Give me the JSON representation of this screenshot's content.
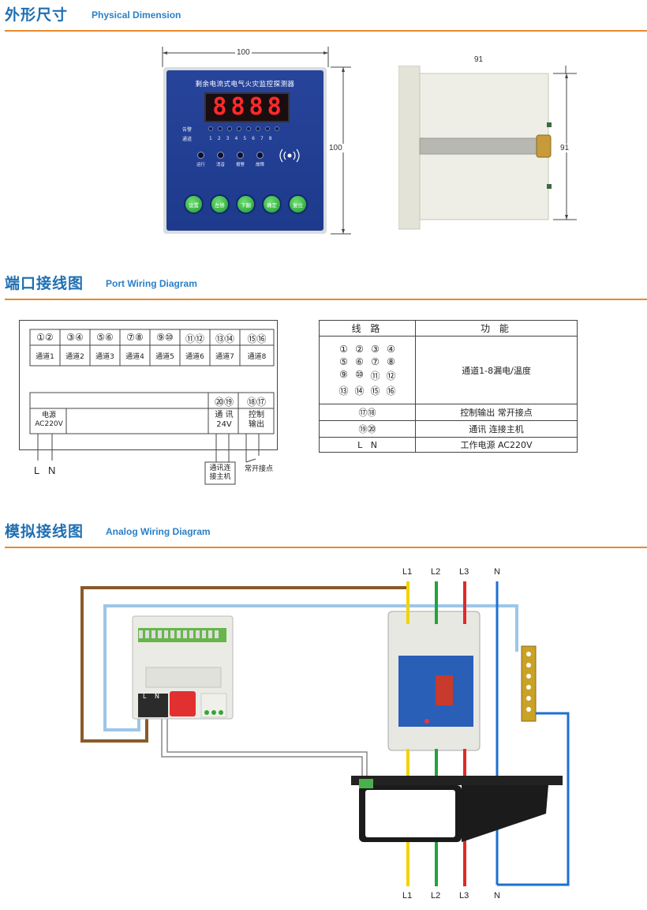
{
  "sections": {
    "dimension": {
      "title_cn": "外形尺寸",
      "title_en": "Physical Dimension"
    },
    "port": {
      "title_cn": "端口接线图",
      "title_en": "Port Wiring Diagram"
    },
    "analog": {
      "title_cn": "模拟接线图",
      "title_en": "Analog Wiring Diagram"
    }
  },
  "front_panel": {
    "title": "剩余电流式电气火灾监控探测器",
    "display": [
      "8",
      "8",
      "8",
      "8"
    ],
    "led_label_top": "告警",
    "led_label_bottom": "通道",
    "led_numbers": [
      "1",
      "2",
      "3",
      "4",
      "5",
      "6",
      "7",
      "8"
    ],
    "states": [
      "运行",
      "消音",
      "报警",
      "故障"
    ],
    "buttons": [
      "设置",
      "左移",
      "下翻",
      "确定",
      "复位"
    ]
  },
  "dimensions": {
    "front_width": "100",
    "front_height": "100",
    "side_depth": "91",
    "side_height": "91"
  },
  "port_diagram": {
    "terminal_pairs": [
      [
        "①",
        "②"
      ],
      [
        "③",
        "④"
      ],
      [
        "⑤",
        "⑥"
      ],
      [
        "⑦",
        "⑧"
      ],
      [
        "⑨",
        "⑩"
      ],
      [
        "⑪",
        "⑫"
      ],
      [
        "⑬",
        "⑭"
      ],
      [
        "⑮",
        "⑯"
      ]
    ],
    "channels": [
      "通道1",
      "通道2",
      "通道3",
      "通道4",
      "通道5",
      "通道6",
      "通道7",
      "通道8"
    ],
    "power_label": "电源",
    "power_voltage": "AC220V",
    "comm_terminals": [
      "⑳",
      "⑲"
    ],
    "comm_label_1": "通 讯",
    "comm_label_2": "24V",
    "ctrl_terminals": [
      "⑱",
      "⑰"
    ],
    "ctrl_label_1": "控制",
    "ctrl_label_2": "输出",
    "L": "L",
    "N": "N",
    "host_note_1": "通讯连",
    "host_note_2": "接主机",
    "contact_note": "常开接点"
  },
  "function_table": {
    "headers": [
      "线   路",
      "功   能"
    ],
    "rows": [
      {
        "lines": [
          "①",
          "②",
          "③",
          "④",
          "⑤",
          "⑥",
          "⑦",
          "⑧",
          "⑨",
          "⑩",
          "⑪",
          "⑫",
          "⑬",
          "⑭",
          "⑮",
          "⑯"
        ],
        "func": "通道1-8漏电/温度"
      },
      {
        "lines": [
          "⑰",
          "⑱"
        ],
        "func": "控制输出  常开接点"
      },
      {
        "lines": [
          "⑲",
          "⑳"
        ],
        "func": "通讯  连接主机"
      },
      {
        "lines": [
          "L",
          "N"
        ],
        "func": "工作电源 AC220V"
      }
    ]
  },
  "analog_diagram": {
    "top_labels": [
      "L1",
      "L2",
      "L3",
      "N"
    ],
    "bottom_labels": [
      "L1",
      "L2",
      "L3",
      "N"
    ],
    "device_L": "L",
    "device_N": "N",
    "colors": {
      "L1": "#f1d400",
      "L2": "#23a33a",
      "L3": "#e02a2a",
      "N": "#1c6fd1",
      "brown": "#8a5a2a",
      "lightblue": "#9cc6e8"
    }
  }
}
